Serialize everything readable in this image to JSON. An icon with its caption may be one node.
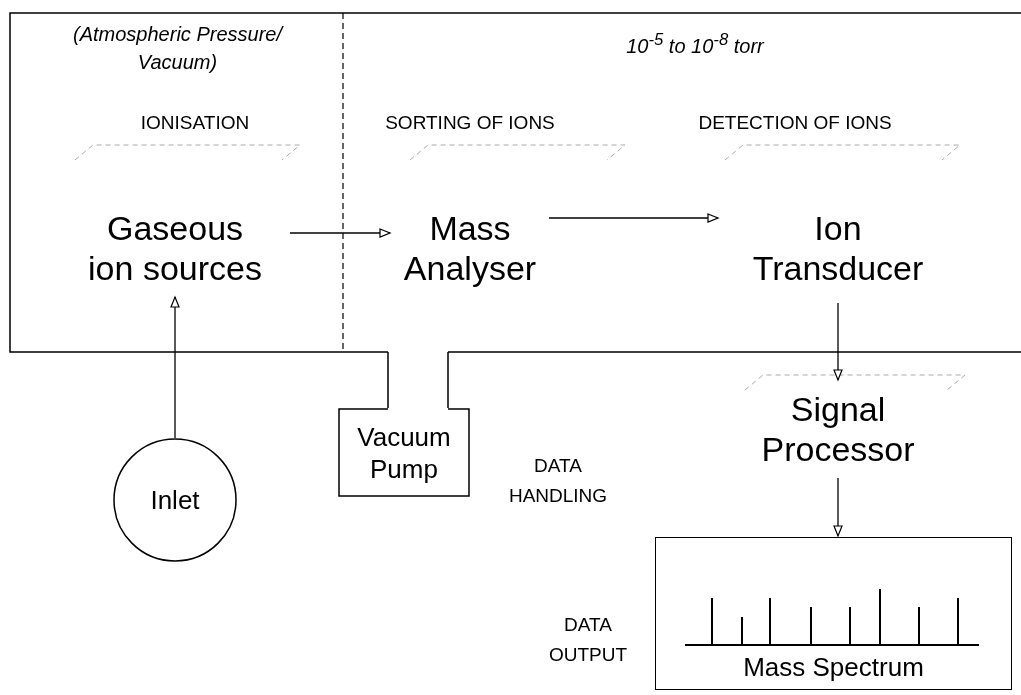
{
  "diagram": {
    "nodes": [
      {
        "text": [
          "Gaseous ion sources"
        ]
      },
      {
        "text": [
          "Mass Analyser"
        ]
      },
      {
        "text": [
          "Ion Transducer"
        ]
      },
      {
        "text": [
          "Vacuum Pump"
        ]
      },
      {
        "text": [
          "Inlet"
        ]
      },
      {
        "text": [
          "Signal Processor"
        ]
      },
      {
        "text": [
          "Mass Spectrum"
        ]
      }
    ],
    "edges": [
      {
        "from": 0,
        "to": 1,
        "arrow": "to"
      },
      {
        "from": 1,
        "to": 2,
        "arrow": "to"
      },
      {
        "from": 4,
        "to": 0,
        "arrow": "to"
      },
      {
        "from": 2,
        "to": 5,
        "arrow": "to"
      },
      {
        "from": 5,
        "to": 6,
        "arrow": "to"
      }
    ],
    "labels": [
      "(Atmospheric Pressure/ Vacuum)",
      "10$^{-5}$ to 10$^{-8}$ torr",
      "IONISATION",
      "SORTING OF IONS",
      "DETECTION OF IONS",
      "DATA HANDLING",
      "DATA OUTPUT"
    ]
  }
}
